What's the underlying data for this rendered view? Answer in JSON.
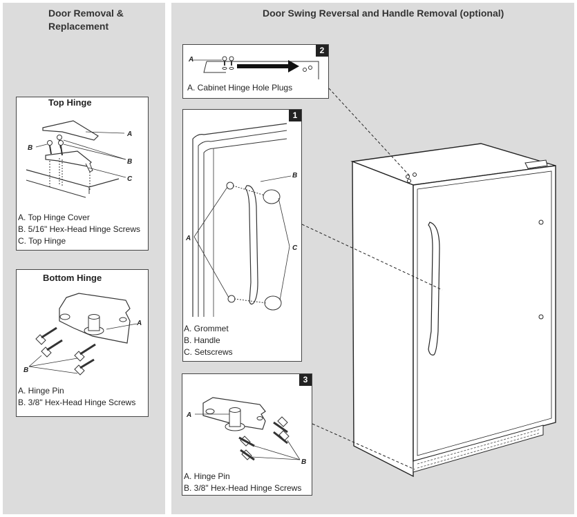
{
  "left_heading": [
    "Door Removal &",
    "Replacement"
  ],
  "right_heading": "Door Swing Reversal and Handle Removal (optional)",
  "top_hinge": {
    "title": "Top Hinge",
    "callouts": [
      "A",
      "B",
      "B",
      "C"
    ],
    "legend": [
      "A.  Top Hinge Cover",
      "B.  5/16\" Hex-Head Hinge Screws",
      "C.  Top Hinge"
    ]
  },
  "bottom_hinge": {
    "title": "Bottom Hinge",
    "callouts": [
      "A",
      "B"
    ],
    "legend": [
      "A.  Hinge Pin",
      "B.  3/8\" Hex-Head Hinge Screws"
    ]
  },
  "step2": {
    "number": "2",
    "callouts": [
      "A"
    ],
    "legend": [
      "A. Cabinet Hinge Hole Plugs"
    ]
  },
  "step1": {
    "number": "1",
    "callouts": [
      "A",
      "B",
      "C"
    ],
    "legend": [
      "A.  Grommet",
      "B.  Handle",
      "C.  Setscrews"
    ]
  },
  "step3": {
    "number": "3",
    "callouts": [
      "A",
      "B"
    ],
    "legend": [
      "A.  Hinge Pin",
      "B.  3/8\" Hex-Head Hinge Screws"
    ]
  }
}
